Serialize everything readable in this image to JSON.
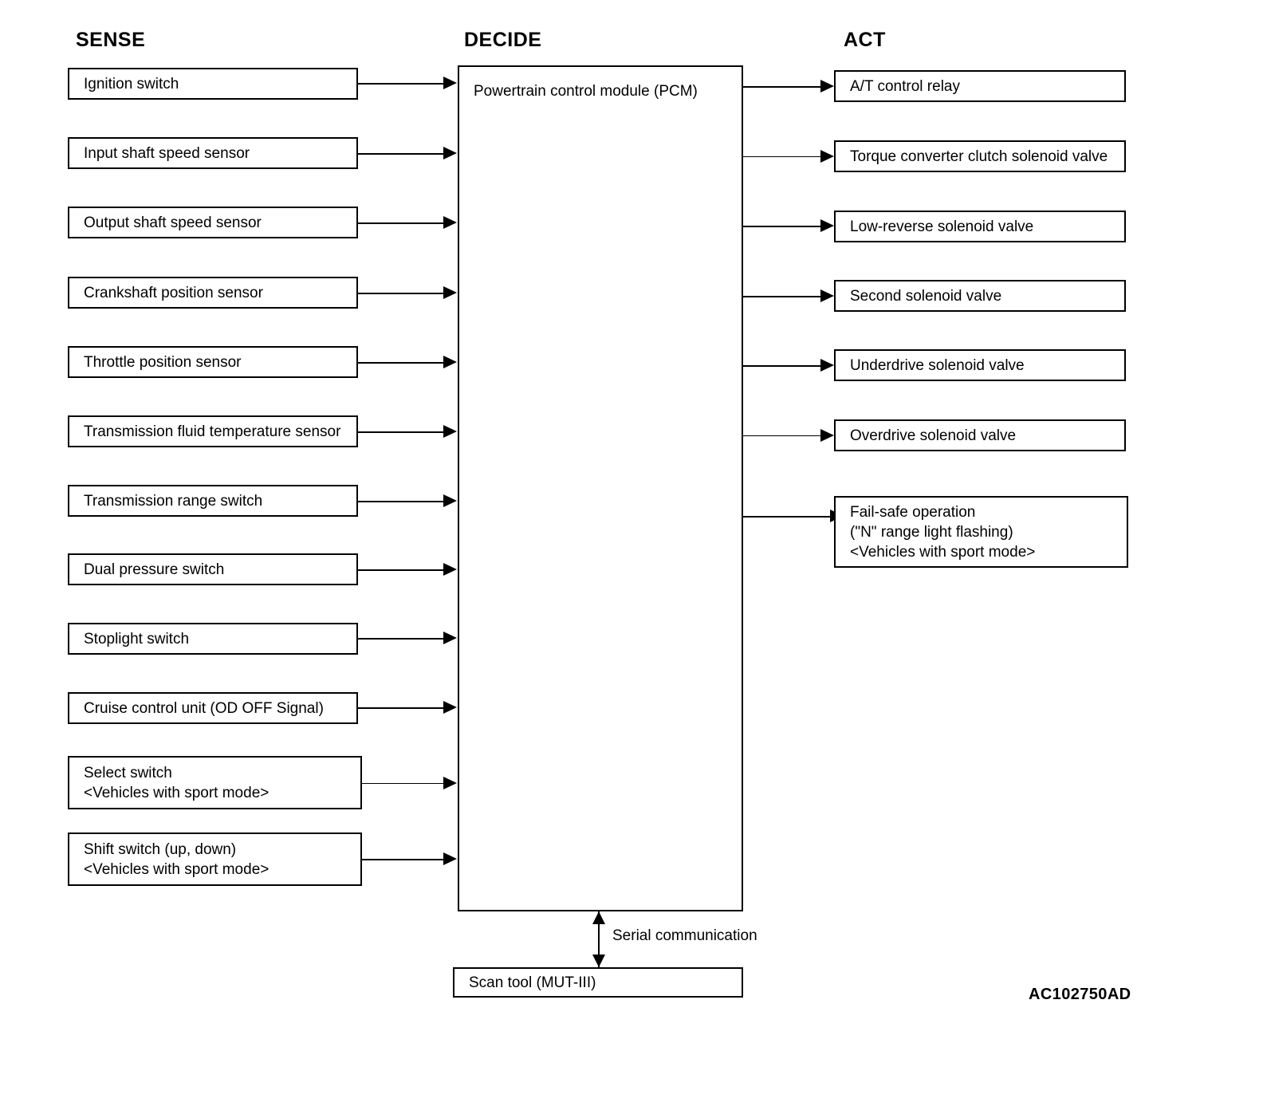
{
  "figure": {
    "id_code": "AC102750AD",
    "type": "block-diagram",
    "columns": [
      {
        "key": "sense",
        "title": "SENSE"
      },
      {
        "key": "decide",
        "title": "DECIDE"
      },
      {
        "key": "act",
        "title": "ACT"
      }
    ]
  },
  "sense": {
    "title": "SENSE",
    "items": [
      {
        "lines": [
          "Ignition switch"
        ]
      },
      {
        "lines": [
          "Input shaft speed sensor"
        ]
      },
      {
        "lines": [
          "Output shaft speed sensor"
        ]
      },
      {
        "lines": [
          "Crankshaft position sensor"
        ]
      },
      {
        "lines": [
          "Throttle position sensor"
        ]
      },
      {
        "lines": [
          "Transmission fluid temperature sensor"
        ]
      },
      {
        "lines": [
          "Transmission range switch"
        ]
      },
      {
        "lines": [
          "Dual pressure switch"
        ]
      },
      {
        "lines": [
          "Stoplight switch"
        ]
      },
      {
        "lines": [
          "Cruise control unit (OD OFF Signal)"
        ]
      },
      {
        "lines": [
          "Select switch",
          "<Vehicles with sport mode>"
        ]
      },
      {
        "lines": [
          "Shift switch (up, down)",
          "<Vehicles with sport mode>"
        ]
      }
    ]
  },
  "decide": {
    "title": "DECIDE",
    "module": {
      "label": "Powertrain control module (PCM)"
    }
  },
  "act": {
    "title": "ACT",
    "items": [
      {
        "lines": [
          "A/T control relay"
        ]
      },
      {
        "lines": [
          "Torque converter clutch solenoid valve"
        ]
      },
      {
        "lines": [
          "Low-reverse solenoid valve"
        ]
      },
      {
        "lines": [
          "Second solenoid valve"
        ]
      },
      {
        "lines": [
          "Underdrive solenoid valve"
        ]
      },
      {
        "lines": [
          "Overdrive solenoid valve"
        ]
      },
      {
        "lines": [
          "Fail-safe operation",
          "(\"N\" range light flashing)",
          "<Vehicles with sport mode>"
        ]
      }
    ]
  },
  "diagnostic": {
    "link_label": "Serial communication",
    "tool": {
      "lines": [
        "Scan tool (MUT-III)"
      ]
    }
  },
  "colors": {
    "ink": "#000000",
    "paper": "#ffffff"
  }
}
